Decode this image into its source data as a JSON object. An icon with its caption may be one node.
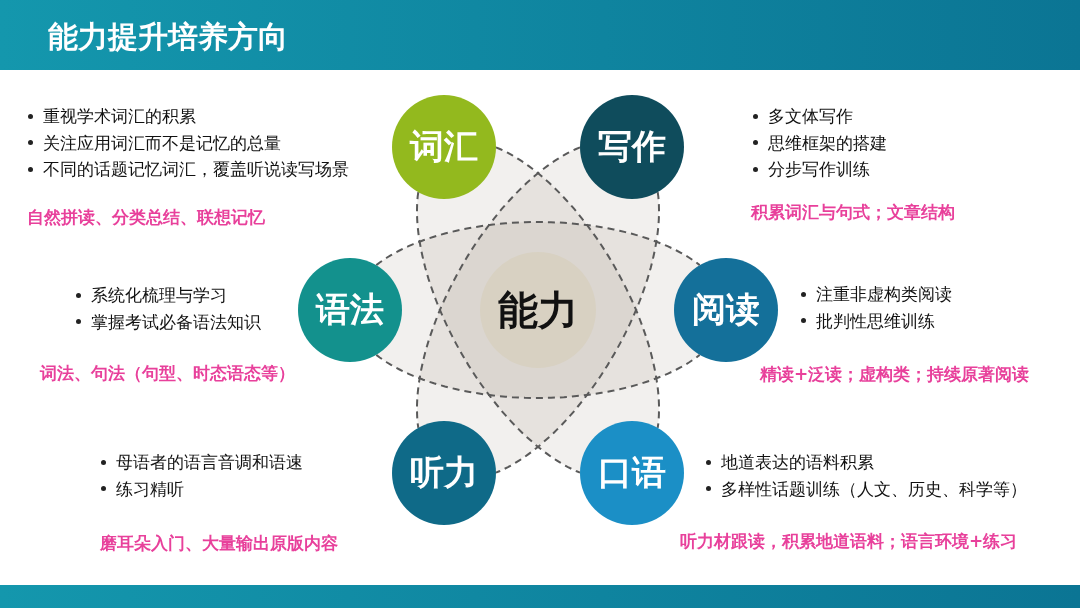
{
  "diagram": {
    "title": "能力提升培养方向",
    "nodes": [
      {
        "text": [
          "词汇"
        ],
        "beside": [
          "重视学术词汇的积累",
          "关注应用词汇而不是记忆的总量",
          "不同的话题记忆词汇，覆盖听说读写场景",
          "自然拼读、分类总结、联想记忆"
        ]
      },
      {
        "text": [
          "写作"
        ],
        "beside": [
          "多文体写作",
          "思维框架的搭建",
          "分步写作训练",
          "积累词汇与句式；文章结构"
        ]
      },
      {
        "text": [
          "语法"
        ],
        "beside": [
          "系统化梳理与学习",
          "掌握考试必备语法知识",
          "词法、句法（句型、时态语态等）"
        ]
      },
      {
        "text": [
          "能力"
        ]
      },
      {
        "text": [
          "阅读"
        ],
        "beside": [
          "注重非虚构类阅读",
          "批判性思维训练",
          "精读+泛读；虚构类；持续原著阅读"
        ]
      },
      {
        "text": [
          "听力"
        ],
        "beside": [
          "母语者的语言音调和语速",
          "练习精听",
          "磨耳朵入门、大量输出原版内容"
        ]
      },
      {
        "text": [
          "口语"
        ],
        "beside": [
          "地道表达的语料积累",
          "多样性话题训练（人文、历史、科学等）",
          "听力材跟读，积累地道语料；语言环境+练习"
        ]
      }
    ],
    "edges": [
      {
        "from": 0,
        "to": 6,
        "arrow": "none",
        "style": "dashed"
      },
      {
        "from": 0,
        "to": 6,
        "arrow": "none",
        "style": "dashed"
      },
      {
        "from": 1,
        "to": 5,
        "arrow": "none",
        "style": "dashed"
      },
      {
        "from": 1,
        "to": 5,
        "arrow": "none",
        "style": "dashed"
      },
      {
        "from": 2,
        "to": 4,
        "arrow": "none",
        "style": "dashed"
      },
      {
        "from": 2,
        "to": 4,
        "arrow": "none",
        "style": "dashed"
      }
    ]
  }
}
